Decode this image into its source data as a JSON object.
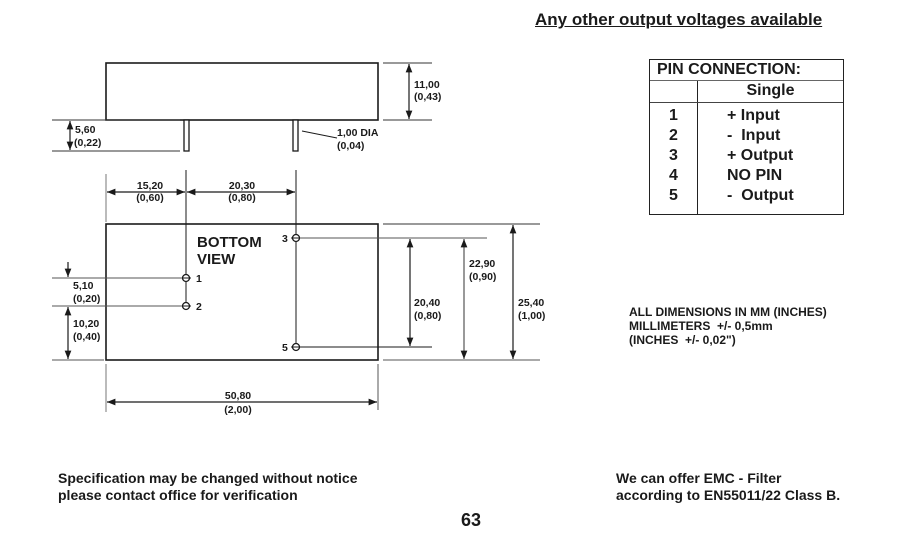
{
  "headline": "Any other output voltages available",
  "side_view": {
    "height_dim": {
      "mm": "11,00",
      "inch": "(0,43)"
    },
    "pin_length_dim": {
      "mm": "5,60",
      "inch": "(0,22)"
    },
    "pin_diameter_dim": {
      "mm": "1,00 DIA",
      "inch": "(0,04)"
    },
    "pin_offset_dim": {
      "mm": "15,20",
      "inch": "(0,60)"
    },
    "pin_spacing_dim": {
      "mm": "20,30",
      "inch": "(0,80)"
    }
  },
  "bottom_view": {
    "title_line1": "BOTTOM",
    "title_line2": "VIEW",
    "pins": [
      {
        "label": "1"
      },
      {
        "label": "2"
      },
      {
        "label": "3"
      },
      {
        "label": "5"
      }
    ],
    "pin12_spacing_dim": {
      "mm": "5,10",
      "inch": "(0,20)"
    },
    "pin2_edge_dim": {
      "mm": "10,20",
      "inch": "(0,40)"
    },
    "pin35_spacing_dim": {
      "mm": "20,40",
      "inch": "(0,80)"
    },
    "pin3_edge_dim": {
      "mm": "22,90",
      "inch": "(0,90)"
    },
    "width_dim": {
      "mm": "25,40",
      "inch": "(1,00)"
    },
    "length_dim": {
      "mm": "50,80",
      "inch": "(2,00)"
    }
  },
  "pin_table": {
    "title": "PIN  CONNECTION:",
    "column_header": "Single",
    "rows": [
      {
        "pin": "1",
        "function": "+ Input"
      },
      {
        "pin": "2",
        "function": "-  Input"
      },
      {
        "pin": "3",
        "function": "+ Output"
      },
      {
        "pin": "4",
        "function": "NO PIN"
      },
      {
        "pin": "5",
        "function": "-  Output"
      }
    ]
  },
  "tolerance": {
    "line1": "ALL DIMENSIONS IN MM (INCHES)",
    "line2": "MILLIMETERS  +/- 0,5mm",
    "line3": "(INCHES  +/- 0,02\")"
  },
  "spec_note": {
    "line1": "Specification may be changed without notice",
    "line2": "please contact office for verification"
  },
  "emc_note": {
    "line1": "We can offer EMC - Filter",
    "line2": "according to EN55011/22 Class B."
  },
  "page_number": "63"
}
